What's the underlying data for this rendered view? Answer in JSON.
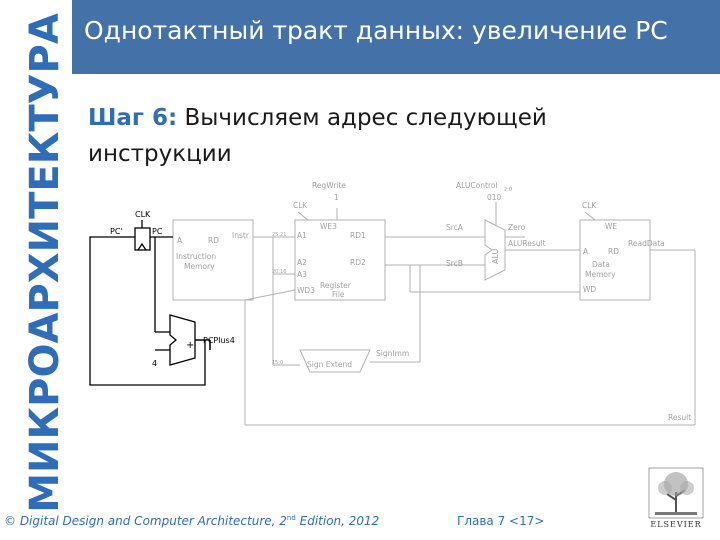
{
  "sidebar": {
    "vertical_title": "МИКРОАРХИТЕКТУРА"
  },
  "header": {
    "title": "Однотактный тракт данных: увеличение PC"
  },
  "content": {
    "step_label": "Шаг 6:",
    "step_text": " Вычисляем адрес следующей инструкции"
  },
  "diagram": {
    "clk": "CLK",
    "pc_prime": "PC'",
    "pc": "PC",
    "imem_a": "A",
    "imem_rd": "RD",
    "imem_name1": "Instruction",
    "imem_name2": "Memory",
    "instr": "Instr",
    "bits_25_21": "25:21",
    "bits_20_16": "20:16",
    "bits_15_0": "15:0",
    "regwrite": "RegWrite",
    "regwrite_val": "1",
    "rf_clk": "CLK",
    "rf_we3": "WE3",
    "rf_a1": "A1",
    "rf_rd1": "RD1",
    "rf_a2": "A2",
    "rf_rd2": "RD2",
    "rf_a3": "A3",
    "rf_wd3": "WD3",
    "rf_name1": "Register",
    "rf_name2": "File",
    "alucontrol": "ALUControl",
    "alucontrol_sub": "2:0",
    "alucontrol_val": "010",
    "srca": "SrcA",
    "srcb": "SrcB",
    "alu": "ALU",
    "zero": "Zero",
    "aluresult": "ALUResult",
    "dm_clk": "CLK",
    "dm_we": "WE",
    "dm_a": "A",
    "dm_rd": "RD",
    "dm_name1": "Data",
    "dm_name2": "Memory",
    "dm_wd": "WD",
    "readdata": "ReadData",
    "signimm": "SignImm",
    "signext": "Sign Extend",
    "pcplus4": "PCPlus4",
    "four": "4",
    "plus": "+",
    "result": "Result"
  },
  "footer": {
    "book_prefix": "© Digital Design and Computer Architecture, 2",
    "book_sup": "nd",
    "book_suffix": " Edition, 2012",
    "chapter": "Глава 7 <17>"
  },
  "logo": {
    "text": "ELSEVIER"
  },
  "colors": {
    "accent": "#2f6db8",
    "titlebar": "#4472a8",
    "active_path": "#000000",
    "inactive_path": "#b0b0b0"
  }
}
